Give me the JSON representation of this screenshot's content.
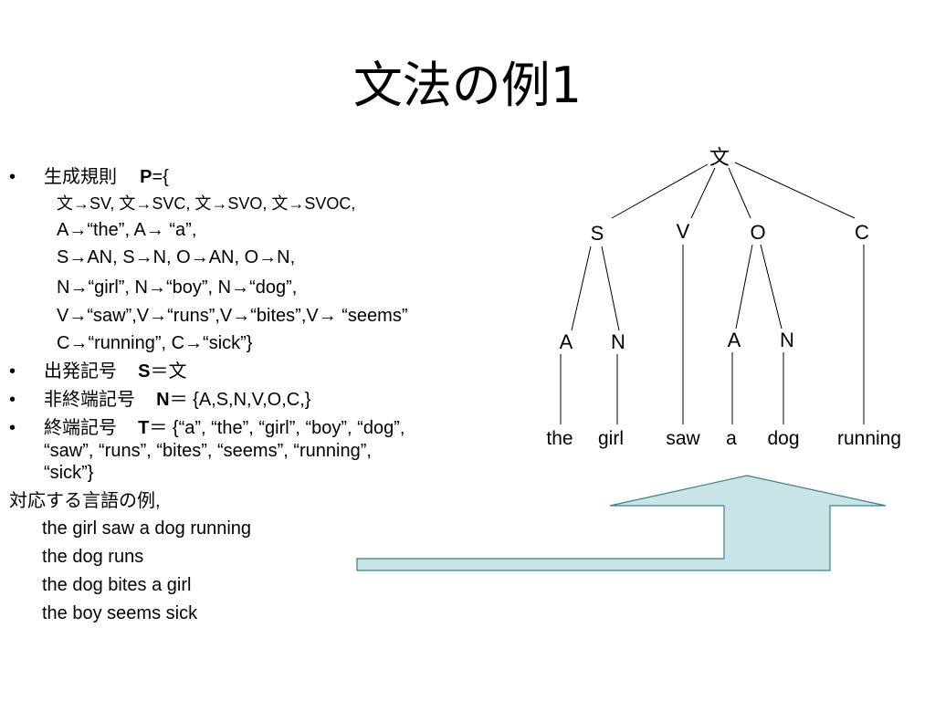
{
  "slide": {
    "title": "文法の例1"
  },
  "rules": {
    "bullet_char": "•",
    "prod_label": "生成規則",
    "prod_symbol": "P",
    "prod_open": "={",
    "prod_lines": [
      "文→SV,  文→SVC,  文→SVO,  文→SVOC,",
      "A→“the”,  A→ “a”,",
      "S→AN, S→N, O→AN, O→N,",
      "N→“girl”, N→“boy”, N→“dog”,",
      "V→“saw”,V→“runs”,V→“bites”,V→ “seems”",
      "C→“running”, C→“sick”}"
    ],
    "start_label": "出発記号",
    "start_symbol": "S",
    "start_value": "＝文",
    "nonterm_label": "非終端記号",
    "nonterm_symbol": "N",
    "nonterm_value": "＝ {A,S,N,V,O,C,}",
    "term_label": "終端記号",
    "term_symbol": "T",
    "term_value_1": "＝ {“a”, “the”, “girl”, “boy”, “dog”,",
    "term_value_2": "“saw”, “runs”, “bites”, “seems”, “running”,",
    "term_value_3": "“sick”}"
  },
  "language": {
    "heading": "対応する言語の例,",
    "sentences": [
      "the girl saw a dog running",
      "the dog runs",
      "the dog bites a girl",
      "the boy seems sick"
    ]
  },
  "tree": {
    "root": "文",
    "level1": [
      "S",
      "V",
      "O",
      "C"
    ],
    "level2": [
      "A",
      "N",
      "A",
      "N"
    ],
    "leaves": [
      "the",
      "girl",
      "saw",
      "a",
      "dog",
      "running"
    ]
  },
  "arrow": {
    "fill": "#c9e4e6",
    "stroke": "#3e7f86"
  }
}
